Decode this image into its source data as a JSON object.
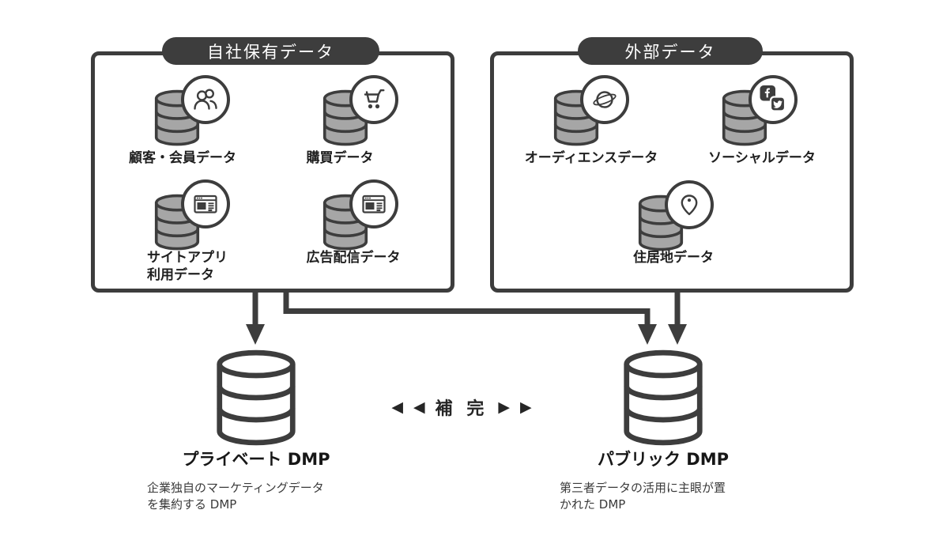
{
  "colors": {
    "outline_dark": "#3d3d3d",
    "cylinder_gray": "#a6a6a6",
    "background": "#ffffff",
    "pill_text": "#ffffff"
  },
  "own_data_box": {
    "title": "自社保有データ",
    "items": [
      {
        "name": "customer-member-data",
        "icon": "users-icon",
        "lines": [
          "顧客・会員データ"
        ]
      },
      {
        "name": "purchase-data",
        "icon": "cart-icon",
        "lines": [
          "購買データ"
        ]
      },
      {
        "name": "site-app-usage-data",
        "icon": "browser-icon",
        "lines": [
          "サイトアプリ",
          "利用データ"
        ]
      },
      {
        "name": "ad-delivery-data",
        "icon": "browser-icon",
        "lines": [
          "広告配信データ"
        ]
      }
    ]
  },
  "external_data_box": {
    "title": "外部データ",
    "items": [
      {
        "name": "audience-data",
        "icon": "planet-icon",
        "lines": [
          "オーディエンスデータ"
        ]
      },
      {
        "name": "social-data",
        "icon": "facebook-twitter-icon",
        "lines": [
          "ソーシャルデータ"
        ]
      },
      {
        "name": "residence-data",
        "icon": "location-pin-icon",
        "lines": [
          "住居地データ"
        ]
      }
    ]
  },
  "complement": {
    "left_arrows": [
      "◀",
      "◀"
    ],
    "label": "補 完",
    "right_arrows": [
      "▶",
      "▶"
    ]
  },
  "private_dmp": {
    "title": "プライベート DMP",
    "description_line1": "企業独自のマーケティングデータ",
    "description_line2": "を集約する DMP"
  },
  "public_dmp": {
    "title": "パブリック DMP",
    "description_line1": "第三者データの活用に主眼が置",
    "description_line2": "かれた DMP"
  }
}
